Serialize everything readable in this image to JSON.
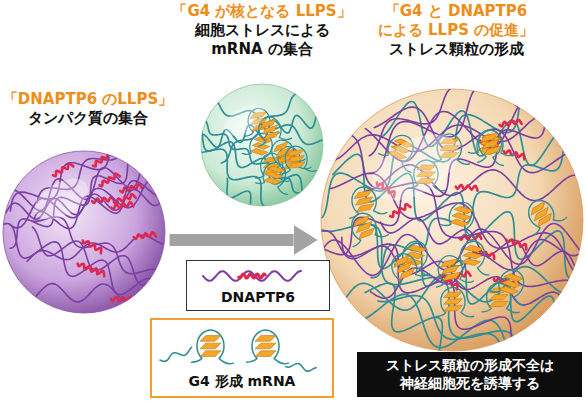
{
  "diagram": {
    "nodes": [
      {
        "text": [
          "「DNAPTP6 のLLPS」",
          "タンパク質の集合"
        ]
      },
      {
        "text": [
          "「G4 が核となる LLPS」",
          "細胞ストレスによる mRNA の集合"
        ]
      },
      {
        "text": [
          "「G4 と DNAPTP6 による LLPS の促進」",
          "ストレス顆粒の形成"
        ]
      },
      {
        "text": [
          "DNAPTP6"
        ]
      },
      {
        "text": [
          "G4 形成 mRNA"
        ]
      },
      {
        "text": [
          "ストレス顆粒の形成不全は 神経細胞死を誘導する"
        ]
      }
    ],
    "edges": [
      {
        "from": 0,
        "to": 2,
        "arrow": "to"
      }
    ]
  }
}
